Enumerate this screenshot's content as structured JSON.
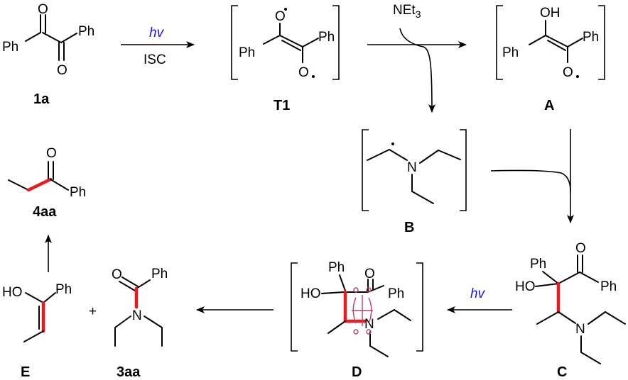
{
  "colors": {
    "accent_bond": "#e8191f",
    "hv_text": "#1a1ad6",
    "orbital": "#b2436c",
    "line": "#000000"
  },
  "reagents": {
    "hv_top": "hv",
    "isc": "ISC",
    "amine": "NEt3",
    "hv_mid": "hv"
  },
  "labels": {
    "s1a": "1a",
    "T1": "T1",
    "A": "A",
    "B": "B",
    "C": "C",
    "D": "D",
    "E": "E",
    "s3aa": "3aa",
    "s4aa": "4aa",
    "plus": "+"
  },
  "atoms": {
    "O": "O",
    "OH": "OH",
    "HO": "HO",
    "Ph": "Ph",
    "N": "N"
  }
}
